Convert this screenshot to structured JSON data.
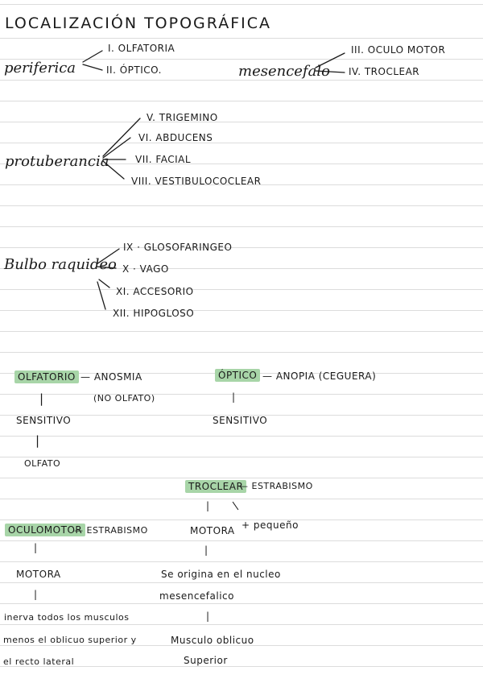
{
  "title": "LOCALIZACIÓN TOPOGRÁFICA",
  "periferica": {
    "label": "periferica",
    "items": [
      "I. OLFATORIA",
      "II. ÓPTICO."
    ]
  },
  "mesencefalo": {
    "label": "mesencefalo",
    "items": [
      "III. OCULO MOTOR",
      "IV. TROCLEAR"
    ]
  },
  "protuberancia": {
    "label": "protuberancia",
    "items": [
      "V. TRIGEMINO",
      "VI. ABDUCENS",
      "VII. FACIAL",
      "VIII. VESTIBULOCOCLEAR"
    ]
  },
  "bulbo": {
    "label": "Bulbo raquideo",
    "items": [
      "IX · GLOSOFARINGEO",
      "X · VAGO",
      "XI. ACCESORIO",
      "XII. HIPOGLOSO"
    ]
  },
  "olfatorio": {
    "name": "OLFATORIO",
    "effect": "— ANOSMIA",
    "note": "(NO OLFATO)",
    "sep1": "|",
    "type": "SENSITIVO",
    "sep2": "|",
    "function": "OLFATO"
  },
  "optico": {
    "name": "ÓPTICO",
    "effect": "— ANOPIA (ceguera)",
    "sep1": "|",
    "type": "SENSITIVO"
  },
  "troclear": {
    "name": "TROCLEAR",
    "effect": "— ESTRABISMO",
    "sep1": "|",
    "note": "+ pequeño",
    "type": "MOTORA",
    "sep2": "|",
    "origin1": "Se origina en el nucleo",
    "origin2": "mesencefalico",
    "sep3": "|",
    "muscle1": "Musculo oblicuo",
    "muscle2": "Superior"
  },
  "oculomotor": {
    "name": "OCULOMOTOR",
    "effect": "— ESTRABISMO",
    "sep1": "|",
    "type": "MOTORA",
    "sep2": "|",
    "line1": "inerva todos los musculos",
    "line2": "menos el oblicuo superior y",
    "line3": "el recto lateral"
  }
}
